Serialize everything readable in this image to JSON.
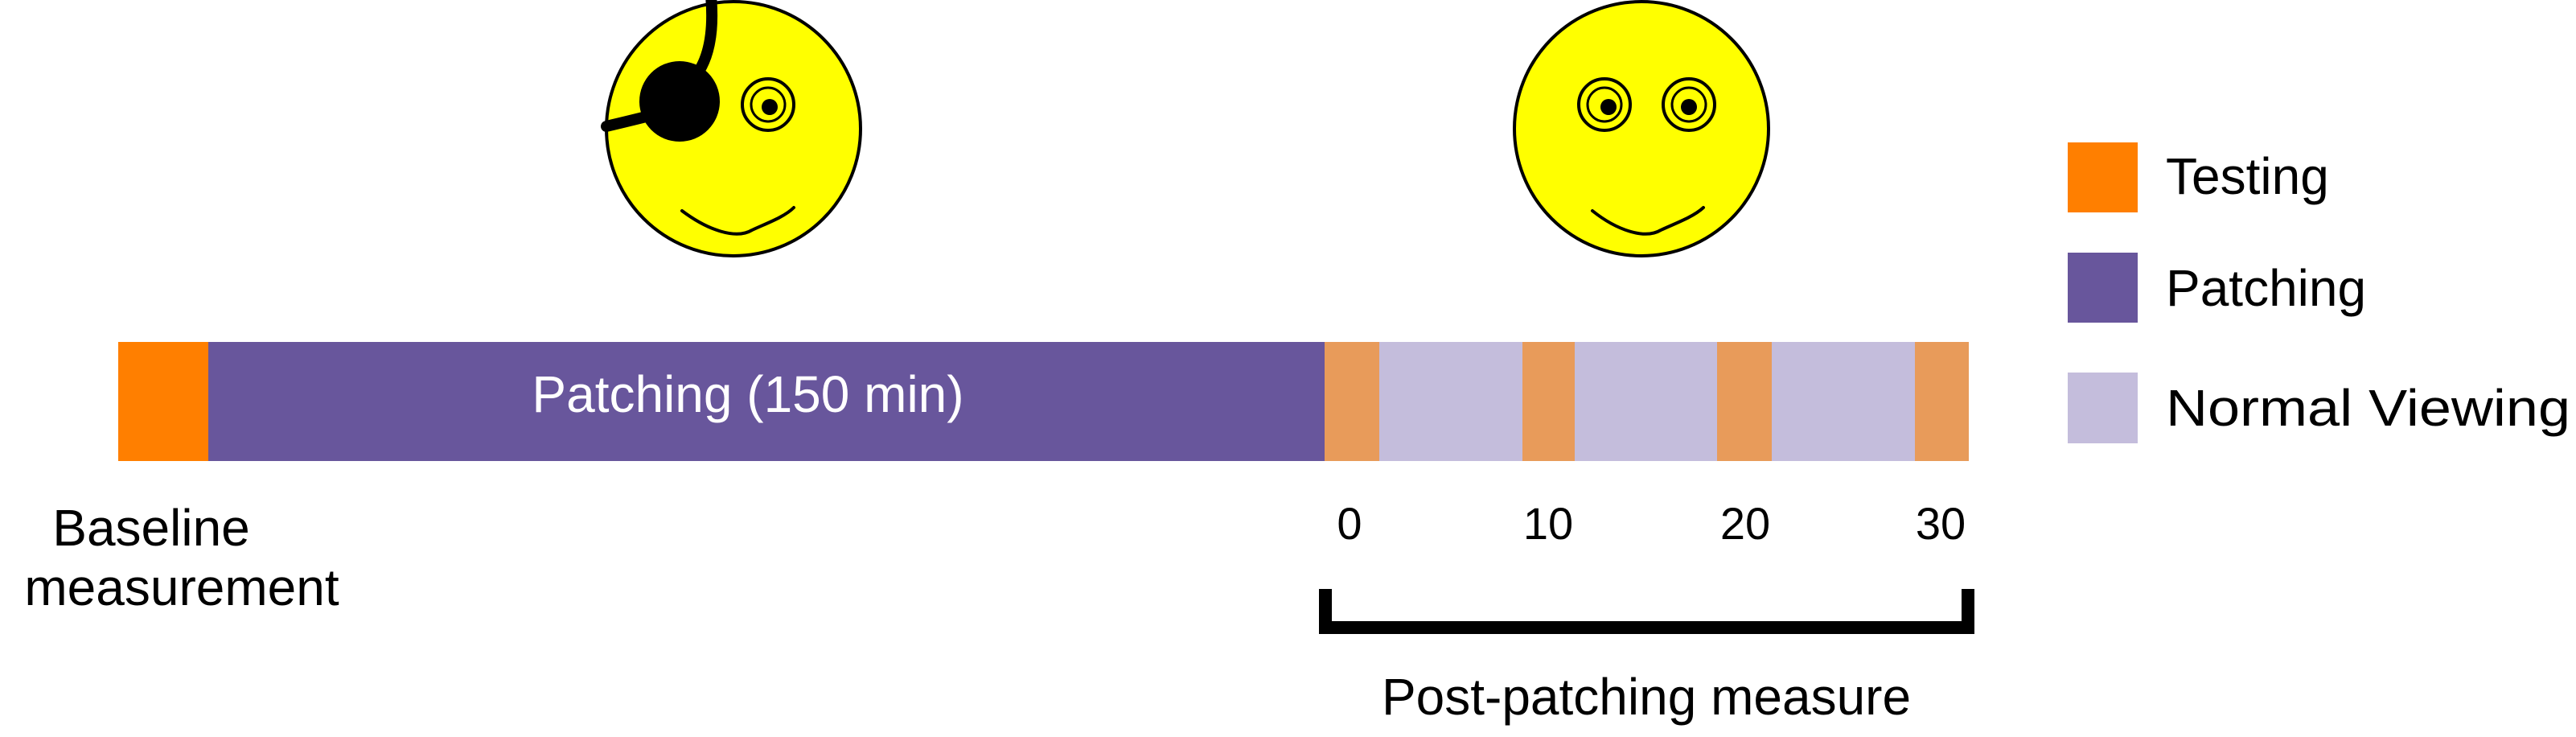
{
  "colors": {
    "testing": "#FF7F00",
    "testing_post": "#E89B5A",
    "patching": "#68569C",
    "normal_viewing": "#C4BDDC",
    "face": "#FFFF00",
    "outline": "#000000",
    "label_on_bar": "#FFFFFF"
  },
  "timeline": {
    "patching_label": "Patching (150 min)",
    "baseline_line1": "Baseline",
    "baseline_line2": "measurement",
    "ticks": [
      "0",
      "10",
      "20",
      "30"
    ],
    "bracket_label": "Post-patching measure"
  },
  "legend": [
    {
      "label": "Testing",
      "color": "#FF7F00"
    },
    {
      "label": "Patching",
      "color": "#68569C"
    },
    {
      "label": "Normal Viewing",
      "color": "#C4BDDC"
    }
  ],
  "icons": {
    "patched_face": "smiley-with-eyepatch-icon",
    "normal_face": "smiley-face-icon"
  }
}
